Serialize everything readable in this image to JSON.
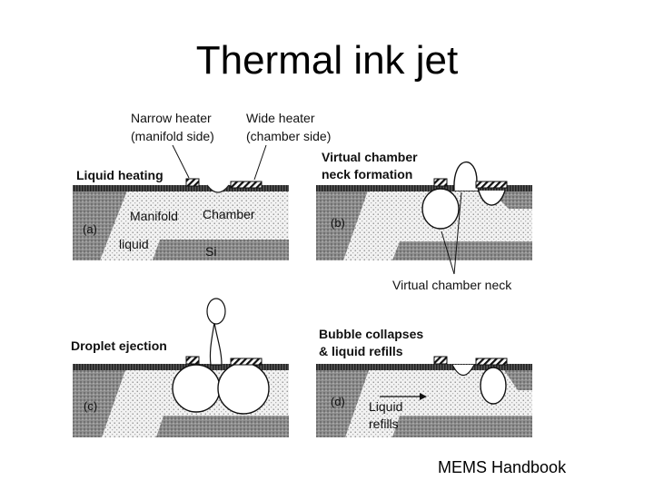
{
  "title": "Thermal ink jet",
  "footer": "MEMS Handbook",
  "labels": {
    "narrow_heater_1": "Narrow heater",
    "narrow_heater_2": "(manifold side)",
    "wide_heater_1": "Wide heater",
    "wide_heater_2": "(chamber side)",
    "liquid_heating": "Liquid heating",
    "virtual_chamber_1": "Virtual chamber",
    "virtual_chamber_2": "neck formation",
    "manifold": "Manifold",
    "chamber": "Chamber",
    "liquid": "liquid",
    "si": "Si",
    "panel_a": "(a)",
    "panel_b": "(b)",
    "virtual_chamber_neck": "Virtual chamber neck",
    "droplet_ejection": "Droplet ejection",
    "bubble_collapses_1": "Bubble collapses",
    "bubble_collapses_2": "& liquid refills",
    "panel_c": "(c)",
    "panel_d": "(d)",
    "liquid_refills_1": "Liquid",
    "liquid_refills_2": "refills"
  }
}
